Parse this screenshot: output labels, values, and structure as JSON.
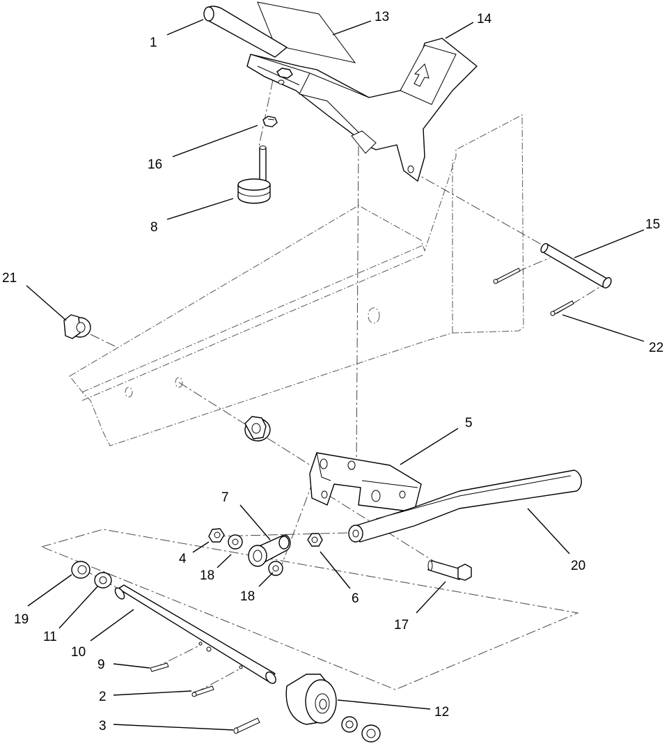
{
  "callouts": [
    {
      "id": "c1",
      "label": "1"
    },
    {
      "id": "c13",
      "label": "13"
    },
    {
      "id": "c14",
      "label": "14"
    },
    {
      "id": "c16",
      "label": "16"
    },
    {
      "id": "c8",
      "label": "8"
    },
    {
      "id": "c15",
      "label": "15"
    },
    {
      "id": "c21",
      "label": "21"
    },
    {
      "id": "c22",
      "label": "22"
    },
    {
      "id": "c5",
      "label": "5"
    },
    {
      "id": "c7",
      "label": "7"
    },
    {
      "id": "c4",
      "label": "4"
    },
    {
      "id": "c18a",
      "label": "18"
    },
    {
      "id": "c18b",
      "label": "18"
    },
    {
      "id": "c6",
      "label": "6"
    },
    {
      "id": "c20",
      "label": "20"
    },
    {
      "id": "c17",
      "label": "17"
    },
    {
      "id": "c19",
      "label": "19"
    },
    {
      "id": "c11",
      "label": "11"
    },
    {
      "id": "c10",
      "label": "10"
    },
    {
      "id": "c9",
      "label": "9"
    },
    {
      "id": "c2",
      "label": "2"
    },
    {
      "id": "c12",
      "label": "12"
    },
    {
      "id": "c3",
      "label": "3"
    }
  ]
}
